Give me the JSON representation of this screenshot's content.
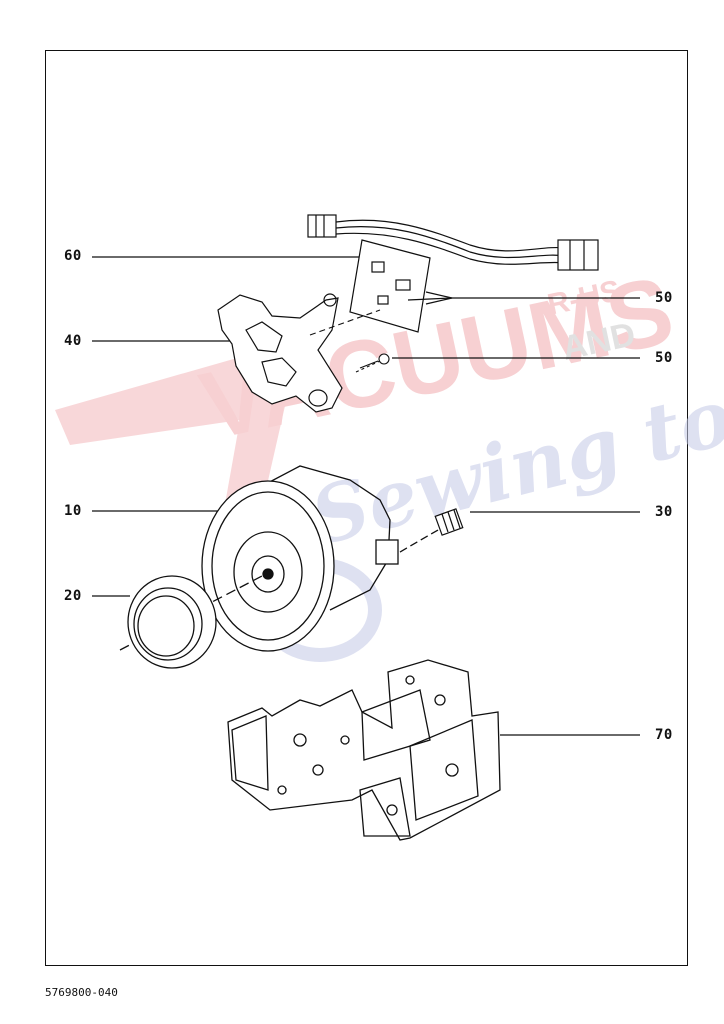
{
  "callouts": [
    {
      "id": "60",
      "label": "60"
    },
    {
      "id": "50a",
      "label": "50"
    },
    {
      "id": "40",
      "label": "40"
    },
    {
      "id": "50b",
      "label": "50"
    },
    {
      "id": "10",
      "label": "10"
    },
    {
      "id": "30",
      "label": "30"
    },
    {
      "id": "20",
      "label": "20"
    },
    {
      "id": "70",
      "label": "70"
    }
  ],
  "watermark": {
    "brand": "VACUUMS",
    "small1": "R-US",
    "small2": "AND",
    "script": "Sewing too",
    "color_red": "#e8a3a6",
    "color_blue": "#b9bfe0"
  },
  "document_number": "5769800-040"
}
